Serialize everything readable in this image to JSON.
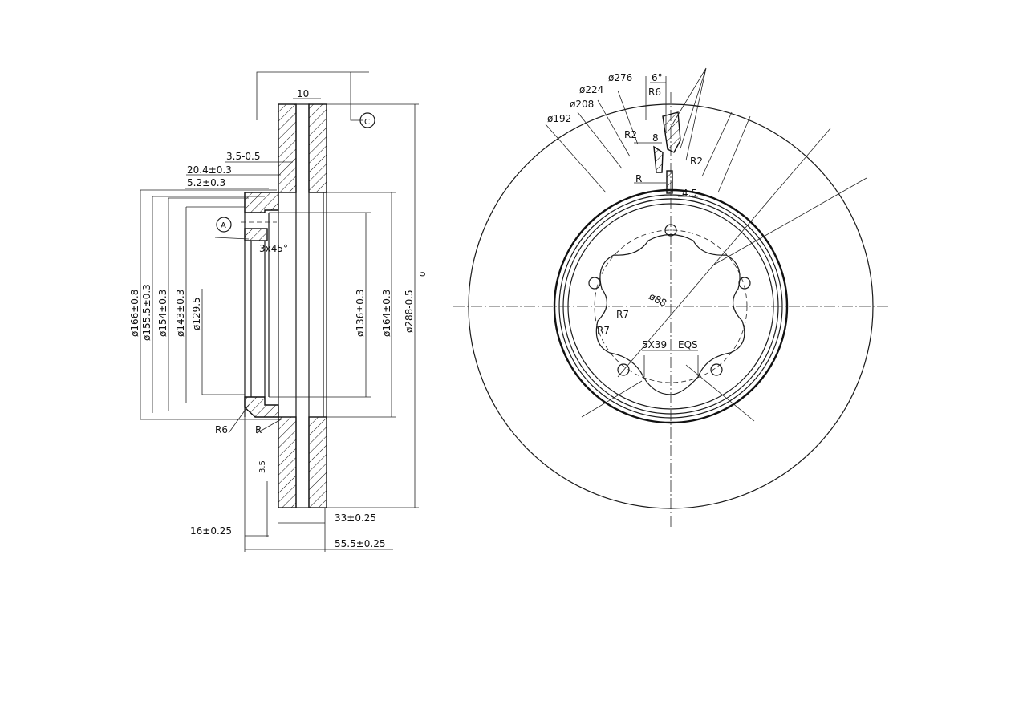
{
  "section_view": {
    "width_label": "10",
    "datum_c": "C",
    "datum_a": "A",
    "dim_3_5": "3.5-0.5",
    "dim_20_4": "20.4±0.3",
    "dim_5_2": "5.2±0.3",
    "chamfer": "3x45°",
    "dia_166": "ø166±0.8",
    "dia_155_5": "ø155.5±0.3",
    "dia_154": "ø154±0.3",
    "dia_143": "ø143±0.3",
    "dia_129_5": "ø129.5",
    "dia_136": "ø136±0.3",
    "dia_164": "ø164±0.3",
    "dia_288": "ø288-0.5",
    "dia_288_upper": "0",
    "r6": "R6",
    "r": "R",
    "dim_3_5b": "3.5",
    "dim_16": "16±0.25",
    "dim_33": "33±0.25",
    "dim_55_5": "55.5±0.25"
  },
  "front_view": {
    "dia_276": "ø276",
    "dia_224": "ø224",
    "dia_208": "ø208",
    "dia_192": "ø192",
    "angle_6": "6°",
    "r6": "R6",
    "r2_left": "R2",
    "dim_8": "8",
    "r2_right": "R2",
    "r": "R",
    "dim_4_5": "4.5",
    "dia_88": "ø88",
    "r7_a": "R7",
    "r7_b": "R7",
    "bolt_pattern": "5X39",
    "eqs": "EQS"
  }
}
